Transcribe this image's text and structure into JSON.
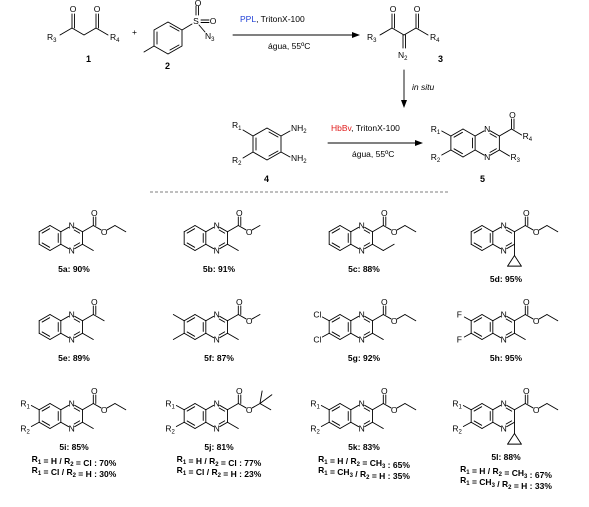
{
  "scheme": {
    "top": {
      "reactant1_number": "1",
      "reactant2_number": "2",
      "product_number": "3",
      "plus": "+",
      "enzyme": "PPL",
      "enzyme_color": "#1f3fd6",
      "surfactant": ", TritonX-100",
      "conditions": "água, 55ºC",
      "r3": "R",
      "r3_sub": "3",
      "r4": "R",
      "r4_sub": "4",
      "so2n3_s": "S",
      "so2n3_n3": "N",
      "so2n3_n3_sub": "3",
      "diazo_n": "N",
      "diazo_n_sub": "2"
    },
    "insitu": "in situ",
    "bottom": {
      "diamine_number": "4",
      "product_number": "5",
      "enzyme": "HbBv",
      "enzyme_color": "#e01b1b",
      "surfactant": ", TritonX-100",
      "conditions": "água, 55ºC",
      "r1": "R",
      "r1_sub": "1",
      "r2": "R",
      "r2_sub": "2",
      "r3": "R",
      "r3_sub": "3",
      "r4": "R",
      "r4_sub": "4",
      "nh2": "NH",
      "nh2_sub": "2"
    }
  },
  "products": [
    {
      "label": "5a",
      "yield": "90%"
    },
    {
      "label": "5b",
      "yield": "91%"
    },
    {
      "label": "5c",
      "yield": "88%"
    },
    {
      "label": "5d",
      "yield": "95%"
    },
    {
      "label": "5e",
      "yield": "89%"
    },
    {
      "label": "5f",
      "yield": "87%"
    },
    {
      "label": "5g",
      "yield": "92%"
    },
    {
      "label": "5h",
      "yield": "95%"
    },
    {
      "label": "5i",
      "yield": "85%"
    },
    {
      "label": "5j",
      "yield": "81%"
    },
    {
      "label": "5k",
      "yield": "83%"
    },
    {
      "label": "5l",
      "yield": "88%"
    }
  ],
  "ratios": {
    "5i": [
      "R1 = H / R2 = Cl : 70%",
      "R1 = Cl / R2 = H : 30%"
    ],
    "5j": [
      "R1 = H / R2 = Cl : 77%",
      "R1 = Cl / R2 = H : 23%"
    ],
    "5k": [
      "R1 = H / R2 = CH3 : 65%",
      "R1 = CH3 / R2 = H : 35%"
    ],
    "5l": [
      "R1 = H / R2 = CH3 : 67%",
      "R1 = CH3 / R2 = H : 33%"
    ]
  },
  "atoms": {
    "N": "N",
    "O": "O",
    "Cl": "Cl",
    "F": "F"
  }
}
